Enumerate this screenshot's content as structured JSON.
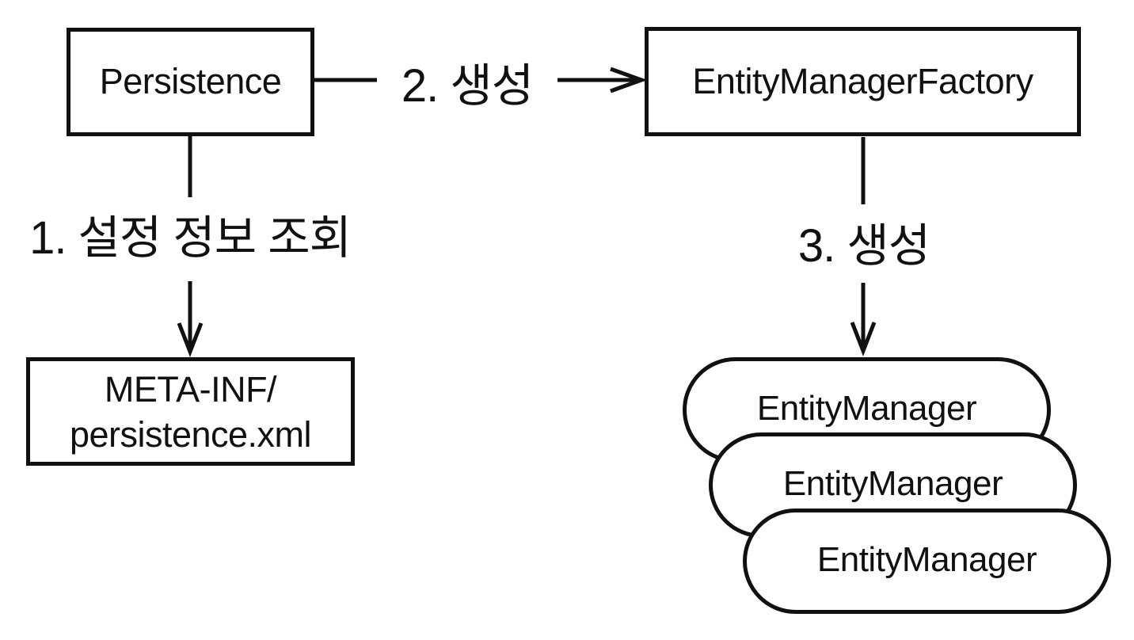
{
  "diagram": {
    "background_color": "#ffffff",
    "stroke_color": "#111111",
    "nodes": {
      "persistence": {
        "label": "Persistence",
        "shape": "rectangle"
      },
      "entity_manager_factory": {
        "label": "EntityManagerFactory",
        "shape": "rectangle"
      },
      "persistence_xml": {
        "label_line1": "META-INF/",
        "label_line2": "persistence.xml",
        "shape": "rectangle"
      },
      "entity_managers": [
        {
          "label": "EntityManager",
          "shape": "stadium"
        },
        {
          "label": "EntityManager",
          "shape": "stadium"
        },
        {
          "label": "EntityManager",
          "shape": "stadium"
        }
      ]
    },
    "edges": {
      "step1": {
        "label": "1. 설정 정보 조회",
        "from": "Persistence",
        "to": "META-INF/persistence.xml",
        "direction": "down"
      },
      "step2": {
        "label": "2. 생성",
        "from": "Persistence",
        "to": "EntityManagerFactory",
        "direction": "right"
      },
      "step3": {
        "label": "3. 생성",
        "from": "EntityManagerFactory",
        "to": "EntityManager stack",
        "direction": "down"
      }
    }
  }
}
